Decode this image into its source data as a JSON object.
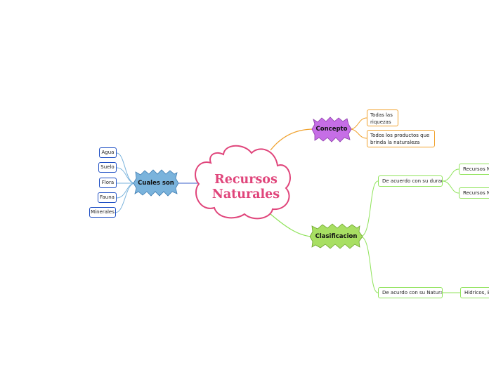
{
  "central_topic": {
    "line1": "Recursos",
    "line2": "Naturales",
    "colors": {
      "text": "#e0457b",
      "border": "#e0457b"
    }
  },
  "branches": {
    "concepto": {
      "label": "Concepto",
      "color": "#c66ee6",
      "items": [
        "Todas las riquezas",
        "Todos los productos que brinda la naturaleza"
      ]
    },
    "clasificacion": {
      "label": "Clasificacion",
      "color": "#a8df63",
      "subtopics": {
        "duracion": {
          "label": "De acuerdo con su duración",
          "items": [
            "Recursos Nat",
            "Recursos Nat"
          ]
        },
        "naturaleza": {
          "label": "De acurdo con su Naturaleza",
          "items": [
            "Hidricos, Ed..."
          ]
        }
      }
    },
    "cuales_son": {
      "label": "Cuales son",
      "color": "#7ab3dc",
      "items": [
        "Agua",
        "Suelo",
        "Flora",
        "Fauna",
        "Minerales"
      ]
    }
  },
  "colors": {
    "blue_border": "#1f4fc4",
    "orange_border": "#f0a02a",
    "green_border": "#8fe35a"
  }
}
